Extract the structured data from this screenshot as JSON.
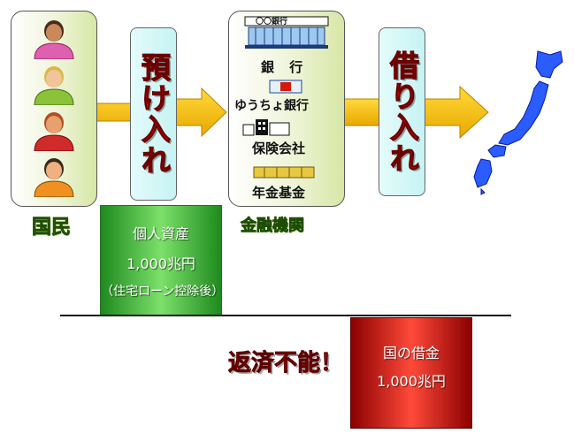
{
  "people": {
    "caption": "国民",
    "icons": [
      "person-pink-icon",
      "person-green-icon",
      "person-red-icon",
      "person-orange-icon"
    ]
  },
  "deposit_label": "預け入れ",
  "institutions": {
    "caption": "金融機関",
    "bank_sign": "〇〇銀行",
    "items": [
      "銀 行",
      "ゆうちょ銀行",
      "保険会社",
      "年金基金"
    ]
  },
  "borrow_label": "借り入れ",
  "country_icon": "japan-map-icon",
  "assets": {
    "line1": "個人資産",
    "line2": "1,000兆円",
    "line3": "（住宅ローン控除後）"
  },
  "debt": {
    "line1": "国の借金",
    "line2": "1,000兆円"
  },
  "warning": "返済不能！",
  "colors": {
    "arrow": "#f5c400",
    "deposit_text": "#e60000",
    "assets_block": "#3fbf3f",
    "debt_block": "#d21a0a"
  }
}
